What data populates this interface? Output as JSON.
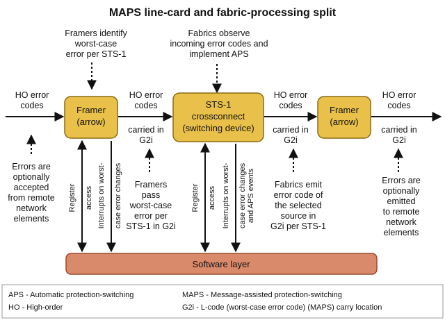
{
  "title": "MAPS line-card and fabric-processing split",
  "colors": {
    "box_fill": "#e8c04a",
    "box_stroke": "#8a6a10",
    "software_fill": "#d98a6a",
    "software_stroke": "#9a4a30",
    "line": "#111111"
  },
  "annotations": {
    "framers_identify": [
      "Framers identify",
      "worst-case",
      "error per STS-1"
    ],
    "fabrics_observe": [
      "Fabrics observe",
      "incoming error codes and",
      "implement APS"
    ],
    "errors_accepted": [
      "Errors are",
      "optionally",
      "accepted",
      "from remote",
      "network",
      "elements"
    ],
    "framers_pass": [
      "Framers",
      "pass",
      "worst-case",
      "error per",
      "STS-1 in G2i"
    ],
    "fabrics_emit": [
      "Fabrics emit",
      "error code of",
      "the selected",
      "source in",
      "G2i per STS-1"
    ],
    "errors_emitted": [
      "Errors are",
      "optionally",
      "emitted",
      "to remote",
      "network",
      "elements"
    ]
  },
  "flow_labels": {
    "ho_error_codes_in": [
      "HO error",
      "codes"
    ],
    "ho_error_codes_1": [
      "HO error",
      "codes"
    ],
    "carried_1": [
      "carried in",
      "G2i"
    ],
    "ho_error_codes_2": [
      "HO error",
      "codes"
    ],
    "carried_2": [
      "carried in",
      "G2i"
    ],
    "ho_error_codes_3": [
      "HO error",
      "codes"
    ],
    "carried_3": [
      "carried in",
      "G2i"
    ]
  },
  "boxes": {
    "framer_left": [
      "Framer",
      "(arrow)"
    ],
    "crossconnect": [
      "STS-1",
      "crossconnect",
      "(switching device)"
    ],
    "framer_right": [
      "Framer",
      "(arrow)"
    ],
    "software": "Software layer"
  },
  "vertical_labels": {
    "register_access_1": [
      "Register",
      "access"
    ],
    "interrupts_1": [
      "Interrupts on worst-",
      "case error changes"
    ],
    "register_access_2": [
      "Register",
      "access"
    ],
    "interrupts_2": [
      "Interrupts on worst-",
      "case error changes",
      "and APS events"
    ]
  },
  "legend": {
    "aps": "APS - Automatic protection-switching",
    "ho": "HO - High-order",
    "maps": "MAPS - Message-assisted protection-switching",
    "g2i": "G2i - L-code (worst-case error code) (MAPS) carry location"
  }
}
